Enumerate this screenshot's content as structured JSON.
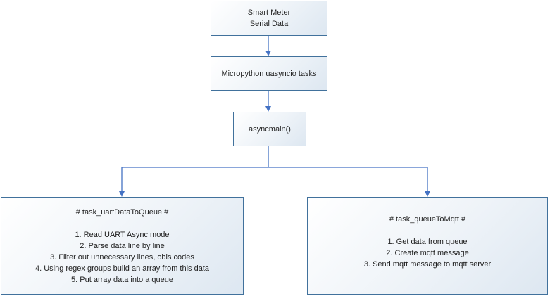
{
  "nodes": {
    "smart_meter": {
      "lines": [
        "Smart Meter",
        "Serial Data"
      ]
    },
    "uasyncio": {
      "label": "Micropython uasyncio tasks"
    },
    "asyncmain": {
      "label": "asyncmain()"
    },
    "uart_task": {
      "heading": "# task_uartDataToQueue #",
      "steps": [
        "1. Read UART Async mode",
        "2. Parse data line by line",
        "3. Filter out unnecessary lines, obis codes",
        "4. Using regex groups build an array from this data",
        "5. Put array data into a queue"
      ]
    },
    "mqtt_task": {
      "heading": "# task_queueToMqtt #",
      "steps": [
        "1. Get data from queue",
        "2. Create mqtt message",
        "3. Send mqtt message to mqtt server"
      ]
    }
  },
  "colors": {
    "box_border": "#41719c",
    "connector": "#4472c4",
    "box_fill_light": "#ffffff",
    "box_fill_dark": "#dde7f1"
  }
}
